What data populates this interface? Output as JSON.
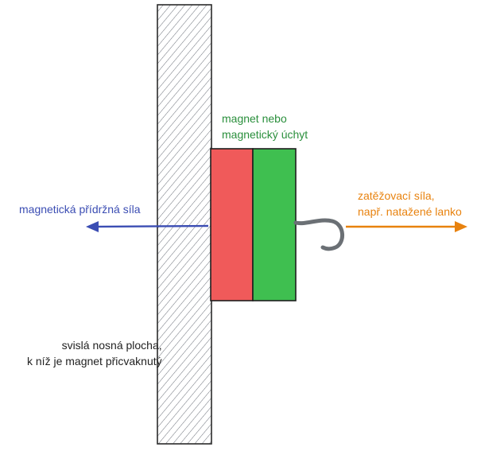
{
  "labels": {
    "magnet_line1": "magnet nebo",
    "magnet_line2": "magnetický úchyt",
    "holding_force": "magnetická přídržná síla",
    "load_line1": "zatěžovací síla,",
    "load_line2": "např. natažené lanko",
    "surface_line1": "svislá nosná plocha,",
    "surface_line2": "k níž je magnet přicvaknutý"
  },
  "colors": {
    "magnet_label": "#2a8f3c",
    "holding_force": "#3b4db3",
    "load_force": "#e8820e",
    "magnet_red": "#f05a5a",
    "magnet_green": "#3fbf50",
    "hook": "#6b7075",
    "surface_hatch": "#6a6f78",
    "surface_label": "#222222"
  }
}
